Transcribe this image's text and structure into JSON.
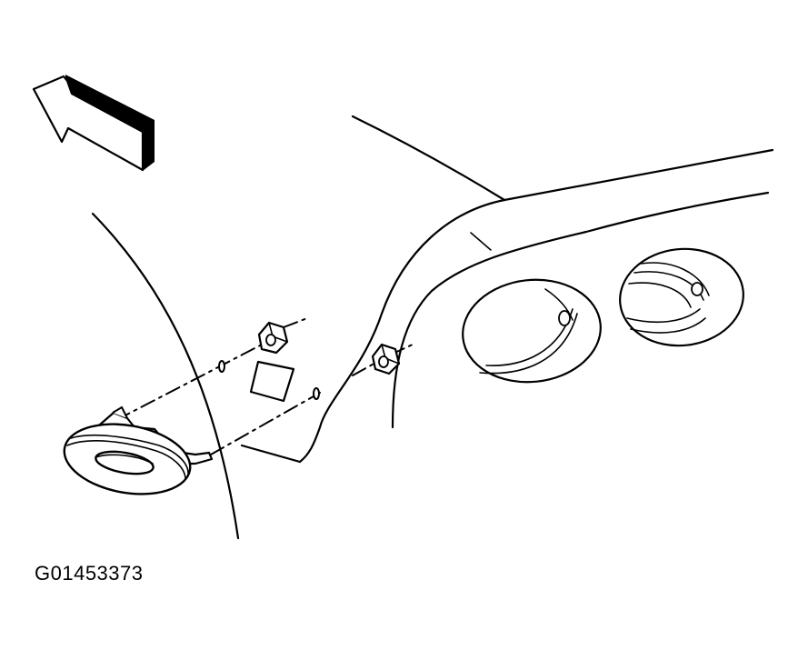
{
  "diagram": {
    "figure_id": "G01453373",
    "line_color": "#000000",
    "background_color": "#ffffff",
    "parts": [
      "direction-arrow",
      "fender-panel",
      "side-marker-lamp",
      "retaining-nut",
      "mounting-stud",
      "rear-lamp"
    ]
  }
}
